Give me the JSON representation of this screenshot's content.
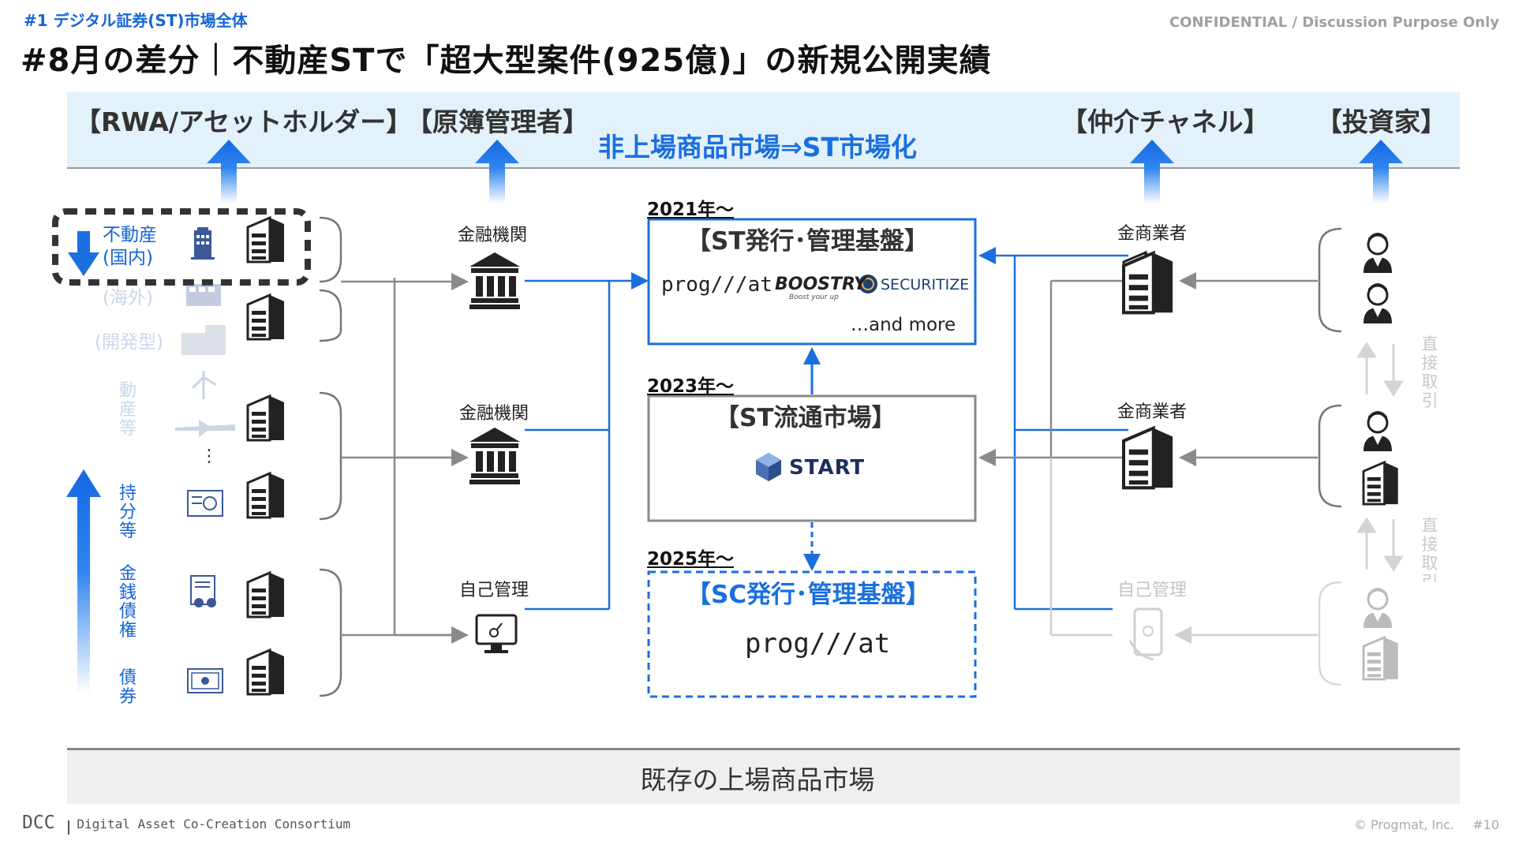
{
  "header": {
    "section": "#1 デジタル証券(ST)市場全体",
    "confidential": "CONFIDENTIAL / Discussion Purpose Only",
    "title": "#8月の差分｜不動産STで「超大型案件(925億)」の新規公開実績"
  },
  "roles": {
    "rwa": "【RWA/アセットホルダー】",
    "registry": "【原簿管理者】",
    "broker": "【仲介チャネル】",
    "investor": "【投資家】"
  },
  "market_top": "非上場商品市場⇒ST市場化",
  "assets": {
    "real_estate": "不動産",
    "domestic": "(国内)",
    "overseas": "(海外)",
    "development": "(開発型)",
    "movable": "動産等",
    "equity": "持分等",
    "monetary": "金銭債権",
    "bonds": "債券",
    "ellipsis": "⋮"
  },
  "registry_nodes": {
    "fi1": "金融機関",
    "fi2": "金融機関",
    "self": "自己管理"
  },
  "platforms": {
    "st_issue": {
      "year": "2021年～",
      "title": "【ST発行･管理基盤】",
      "logo1": "prog///at",
      "logo2": "BOOSTRY",
      "logo2_sub": "Boost your up",
      "logo3": "SECURITIZE",
      "more": "…and more"
    },
    "st_market": {
      "year": "2023年～",
      "title": "【ST流通市場】",
      "logo": "START"
    },
    "sc_issue": {
      "year": "2025年～",
      "title": "【SC発行･管理基盤】",
      "logo": "prog///at"
    }
  },
  "broker_nodes": {
    "b1": "金商業者",
    "b2": "金商業者",
    "self": "自己管理"
  },
  "direct_trade": "直接取引",
  "bottom_market": "既存の上場商品市場",
  "footer": {
    "org_short": "DCC",
    "org_full": "Digital Asset Co-Creation Consortium",
    "copyright": "© Progmat, Inc.",
    "page": "#10"
  },
  "colors": {
    "accent": "#1a6fe0",
    "line_grey": "#8a8a8a",
    "band": "#e3f1fb"
  }
}
